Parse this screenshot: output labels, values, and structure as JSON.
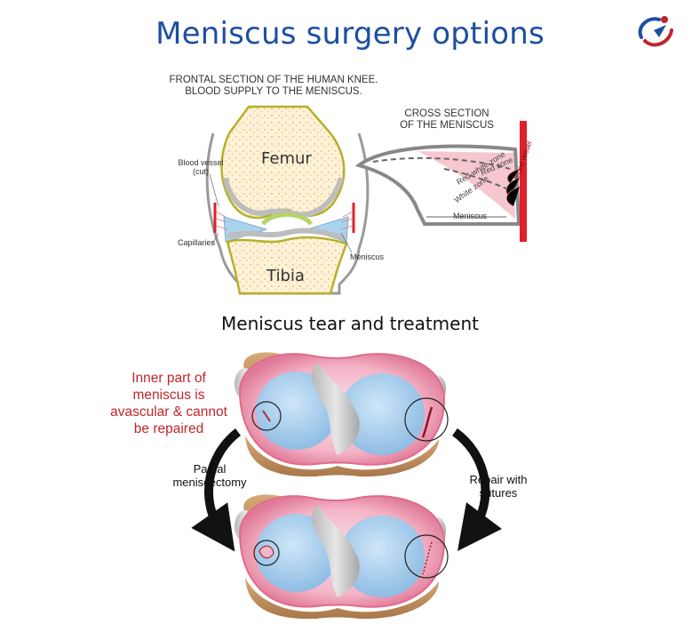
{
  "header": {
    "title": "Meniscus surgery options"
  },
  "top_diagram": {
    "caption": "FRONTAL SECTION OF THE HUMAN KNEE.\nBLOOD SUPPLY TO THE MENISCUS.",
    "femur": "Femur",
    "tibia": "Tibia",
    "blood_vessel": "Blood vessel\n(cut)",
    "capillaries": "Capillaries",
    "meniscus": "Meniscus"
  },
  "cross_section": {
    "caption": "CROSS SECTION\nOF THE MENISCUS",
    "red_zone": "Red zone",
    "red_white_zone": "Red-white zone",
    "white_zone": "White zone",
    "meniscus": "Meniscus",
    "blood_vessel": "Blood vessel"
  },
  "treatment": {
    "title": "Meniscus tear and treatment",
    "note": "Inner part of\nmeniscus is\navascular & cannot\nbe repaired",
    "partial": "Partial\nmeniscectomy",
    "repair": "Repair with\nsutures"
  },
  "colors": {
    "title": "#1c4fa0",
    "note_red": "#c0262c",
    "vessel_red": "#e0202a",
    "cartilage_blue": "#a8d4ee",
    "meniscus_pink": "#f2b7c8",
    "bone_cream": "#fdf2d8"
  }
}
